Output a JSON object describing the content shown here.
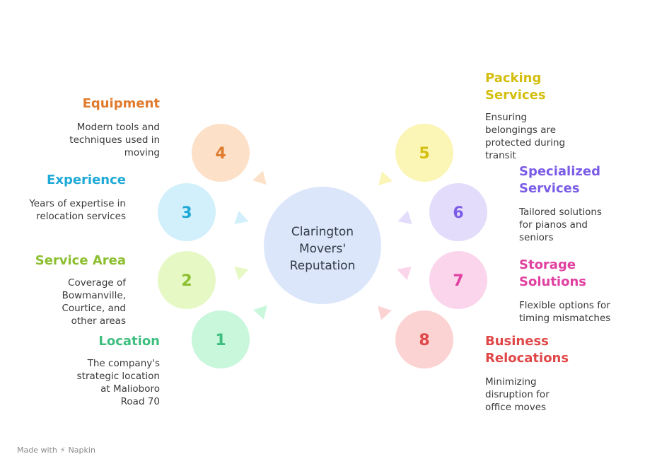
{
  "hub": {
    "lines": [
      "Clarington",
      "Movers'",
      "Reputation"
    ]
  },
  "items": [
    {
      "number": "1",
      "title": "Location",
      "desc": "The company's strategic location at Malioboro Road 70",
      "color": "#3fbf7f",
      "fill": "#c8f7dc"
    },
    {
      "number": "2",
      "title": "Service Area",
      "desc": "Coverage of Bowmanville, Courtice, and other areas",
      "color": "#8cbf2f",
      "fill": "#e6f9c4"
    },
    {
      "number": "3",
      "title": "Experience",
      "desc": "Years of expertise in relocation services",
      "color": "#1fa9d6",
      "fill": "#d2f0fb"
    },
    {
      "number": "4",
      "title": "Equipment",
      "desc": "Modern tools and techniques used in moving",
      "color": "#e07b2e",
      "fill": "#fde0c8"
    },
    {
      "number": "5",
      "title": "Packing Services",
      "desc": "Ensuring belongings are protected during transit",
      "color": "#d4be0e",
      "fill": "#fbf5b6"
    },
    {
      "number": "6",
      "title": "Specialized Services",
      "desc": "Tailored solutions for pianos and seniors",
      "color": "#7b5ce6",
      "fill": "#e3dcfb"
    },
    {
      "number": "7",
      "title": "Storage Solutions",
      "desc": "Flexible options for timing mismatches",
      "color": "#e040a0",
      "fill": "#fbd5ec"
    },
    {
      "number": "8",
      "title": "Business Relocations",
      "desc": "Minimizing disruption for office moves",
      "color": "#e04848",
      "fill": "#fcd3d3"
    }
  ],
  "footer": {
    "made_with": "Made with",
    "brand": "Napkin",
    "brand_icon": "napkin-logo-icon"
  }
}
